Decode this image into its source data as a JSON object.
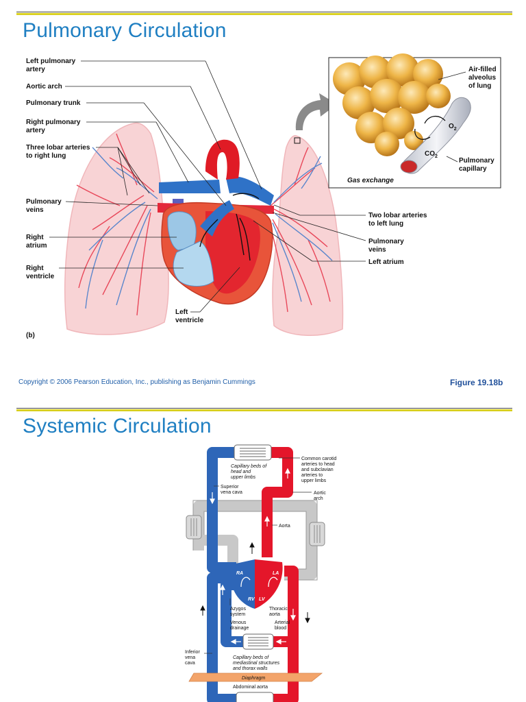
{
  "slide1": {
    "title": "Pulmonary Circulation",
    "labels_left": [
      "Left pulmonary",
      "artery",
      "Aortic arch",
      "Pulmonary trunk",
      "Right pulmonary",
      "artery",
      "Three lobar arteries",
      "to right lung",
      "Pulmonary",
      "veins",
      "Right",
      "atrium",
      "Right",
      "ventricle"
    ],
    "labels_right": [
      "Two lobar arteries",
      "to left lung",
      "Pulmonary",
      "veins",
      "Left atrium"
    ],
    "label_left_ventricle": [
      "Left",
      "ventricle"
    ],
    "panel_label": "(b)",
    "inset": {
      "alveolus": [
        "Air-filled",
        "alveolus",
        "of lung"
      ],
      "o2": "O",
      "co2": "CO",
      "subscript": "2",
      "capillary": [
        "Pulmonary",
        "capillary"
      ],
      "caption": "Gas exchange"
    },
    "copyright": "Copyright © 2006 Pearson Education, Inc., publishing as Benjamin Cummings",
    "figure": "Figure 19.18b"
  },
  "slide2": {
    "title": "Systemic Circulation",
    "labels": {
      "cap_head": [
        "Capillary beds of",
        "head and",
        "upper limbs"
      ],
      "carotid": [
        "Common carotid",
        "arteries to head",
        "and subclavian",
        "arteries to",
        "upper limbs"
      ],
      "svc": [
        "Superior",
        "vena cava"
      ],
      "aortic_arch": [
        "Aortic",
        "arch"
      ],
      "aorta": "Aorta",
      "ra": "RA",
      "la": "LA",
      "rv": "RV",
      "lv": "LV",
      "azygos": [
        "Azygos",
        "system"
      ],
      "thoracic": [
        "Thoracic",
        "aorta"
      ],
      "venous": [
        "Venous",
        "drainage"
      ],
      "arterial": [
        "Arterial",
        "blood"
      ],
      "ivc": [
        "Inferior",
        "vena",
        "cava"
      ],
      "cap_med": [
        "Capillary beds of",
        "mediastinal structures",
        "and thorax walls"
      ],
      "diaphragm": "Diaphragm",
      "abdominal": "Abdominal aorta"
    }
  },
  "colors": {
    "title": "#1f7fc2",
    "artery": "#e8232f",
    "vein": "#2e66b8",
    "bar": "#d9d020",
    "lung": "#f6c8cb",
    "alveolus": "#e6a731",
    "gray": "#cfcfcf",
    "diaphragm": "#f3a46a"
  }
}
